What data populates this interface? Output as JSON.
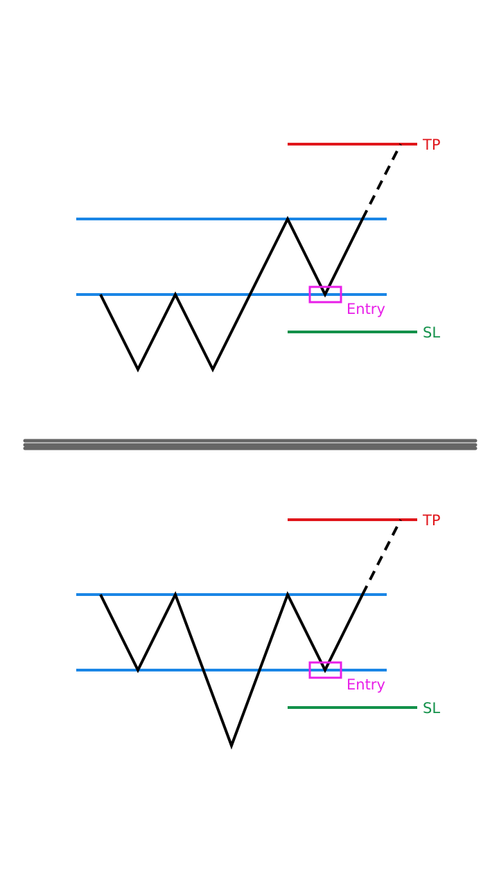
{
  "colors": {
    "background": "#ffffff",
    "price_path": "#000000",
    "level_line": "#1a86e6",
    "take_profit": "#e0161b",
    "stop_loss": "#13914a",
    "entry_marker": "#e81ee8",
    "divider": "#656565"
  },
  "diagrams": [
    {
      "id": "top",
      "labels": {
        "take_profit": "TP",
        "stop_loss": "SL",
        "entry": "Entry"
      }
    },
    {
      "id": "bottom",
      "labels": {
        "take_profit": "TP",
        "stop_loss": "SL",
        "entry": "Entry"
      }
    }
  ]
}
